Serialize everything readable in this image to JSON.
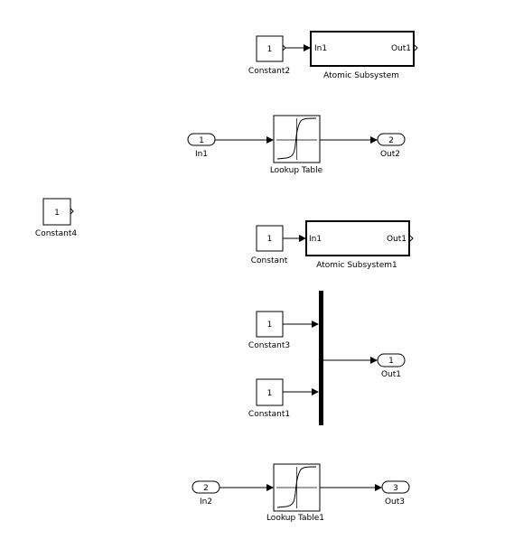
{
  "blocks": {
    "constant2": {
      "value": "1",
      "name": "Constant2"
    },
    "atomic_subsystem": {
      "in_port": "In1",
      "out_port": "Out1",
      "name": "Atomic Subsystem"
    },
    "in1": {
      "number": "1",
      "name": "In1"
    },
    "lookup_table": {
      "name": "Lookup Table"
    },
    "out2": {
      "number": "2",
      "name": "Out2"
    },
    "constant4": {
      "value": "1",
      "name": "Constant4"
    },
    "constant": {
      "value": "1",
      "name": "Constant"
    },
    "atomic_subsystem1": {
      "in_port": "In1",
      "out_port": "Out1",
      "name": "Atomic Subsystem1"
    },
    "constant3": {
      "value": "1",
      "name": "Constant3"
    },
    "constant1": {
      "value": "1",
      "name": "Constant1"
    },
    "out1": {
      "number": "1",
      "name": "Out1"
    },
    "in2": {
      "number": "2",
      "name": "In2"
    },
    "lookup_table1": {
      "name": "Lookup Table1"
    },
    "out3": {
      "number": "3",
      "name": "Out3"
    }
  }
}
